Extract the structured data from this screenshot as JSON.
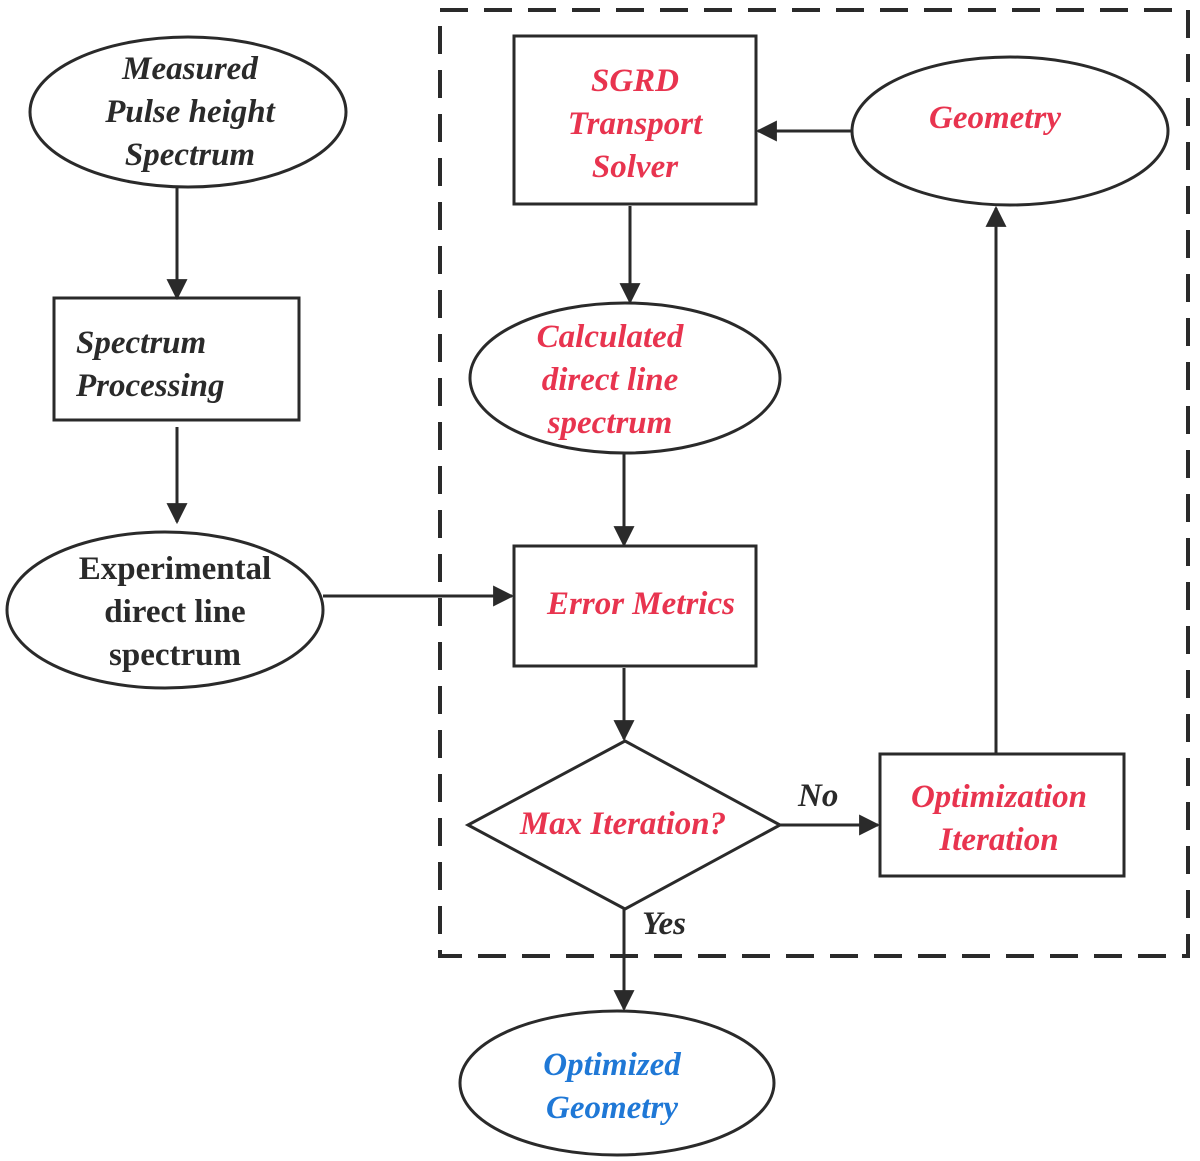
{
  "nodes": {
    "measured": {
      "lines": [
        "Measured",
        "Pulse height",
        "Spectrum"
      ]
    },
    "processing": {
      "lines": [
        "Spectrum",
        "Processing"
      ]
    },
    "experimental": {
      "lines": [
        "Experimental",
        "direct line",
        "spectrum"
      ]
    },
    "sgrd": {
      "lines": [
        "SGRD",
        "Transport",
        "Solver"
      ]
    },
    "geometry": {
      "lines": [
        "Geometry"
      ]
    },
    "calculated": {
      "lines": [
        "Calculated",
        "direct line",
        "spectrum"
      ]
    },
    "error": {
      "lines": [
        "Error Metrics"
      ]
    },
    "decision": {
      "lines": [
        "Max Iteration?"
      ]
    },
    "optimization": {
      "lines": [
        "Optimization",
        "Iteration"
      ]
    },
    "optimized": {
      "lines": [
        "Optimized",
        "Geometry"
      ]
    }
  },
  "edges": {
    "no_label": "No",
    "yes_label": "Yes"
  },
  "colors": {
    "outline": "#2a2a2a",
    "dark_text": "#2a2a2a",
    "red_text": "#e8344f",
    "blue_text": "#1f78d6"
  }
}
